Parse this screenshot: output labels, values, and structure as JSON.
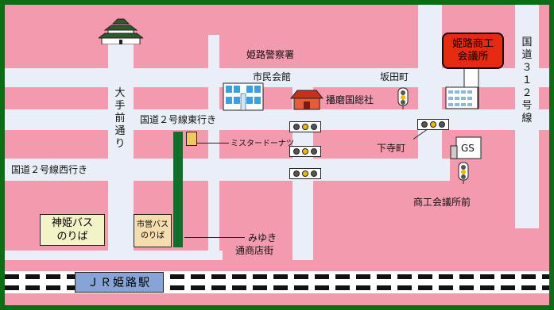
{
  "labels": {
    "police": "姫路警察署",
    "civic_hall": "市民会館",
    "sakata": "坂田町",
    "harima_shrine": "播磨国総社",
    "shimodera": "下寺町",
    "chamber_front": "商工会議所前",
    "misdo": "ミスタードーナツ",
    "miyuki_1": "みゆき",
    "miyuki_2": "通商店街",
    "route2_east": "国道２号線東行き",
    "route2_west": "国道２号線西行き",
    "ote_dori": "大手前通り",
    "route312": "国道３１２号線",
    "shinki_bus_1": "神姫バス",
    "shinki_bus_2": "のりば",
    "city_bus_1": "市営バス",
    "city_bus_2": "のりば",
    "station": "ＪＲ姫路駅",
    "chamber_1": "姫路商工",
    "chamber_2": "会議所",
    "gs": "GS"
  },
  "colors": {
    "block": "#f49aaf",
    "road": "#e9eef7",
    "frame": "#0a6e14",
    "arcade": "#10702a",
    "chamber_fill": "#e52a10",
    "station_fill": "#86a4d6",
    "shinki_fill": "#f3f3c8",
    "city_bus_fill": "#f6ddb0",
    "misdo_fill": "#f4c85a",
    "signal_light": "#f0b800",
    "signal_dark": "#555555"
  }
}
